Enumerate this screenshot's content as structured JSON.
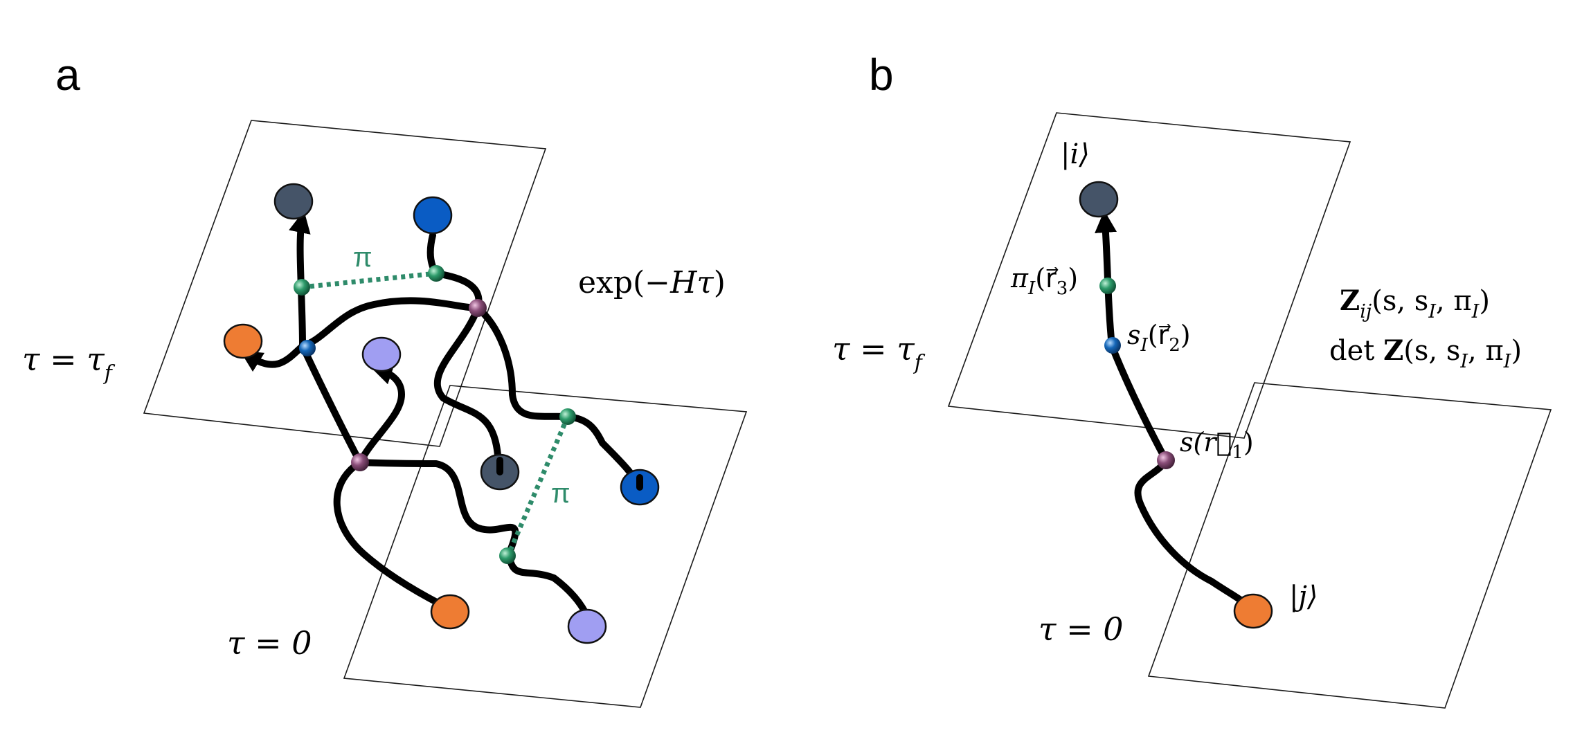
{
  "colors": {
    "dark_slate": "#455468",
    "blue": "#0a5cc4",
    "orange": "#ee7c33",
    "lavender": "#a09ef2",
    "green": "#2e8b6a",
    "purple_node": "#8a4e79",
    "blue_node": "#1567b8",
    "green_node": "#2e9b6b"
  },
  "panel_a": {
    "label": "a",
    "tau_f": "τ = τ",
    "tau_f_sub": "f",
    "tau_0": "τ = 0",
    "operator_prefix": "exp(−",
    "operator_var": "Hτ",
    "operator_suffix": ")",
    "pi_upper": "π",
    "pi_lower": "π"
  },
  "panel_b": {
    "label": "b",
    "tau_f": "τ = τ",
    "tau_f_sub": "f",
    "tau_0": "τ = 0",
    "ket_i": "|i⟩",
    "ket_j": "|j⟩",
    "pi_label": "π",
    "pi_sub": "I",
    "pi_arg": "(r⃗",
    "pi_arg_sub": "3",
    "pi_arg_close": ")",
    "sI_label": "s",
    "sI_sub": "I",
    "sI_arg": "(r⃗",
    "sI_arg_sub": "2",
    "sI_arg_close": ")",
    "s_label": "s(r⃗",
    "s_arg_sub": "1",
    "s_arg_close": ")",
    "Z_bold": "Z",
    "Z_sub": "ij",
    "Z_args": "(s, s",
    "Z_args_sub1": "I",
    "Z_args_mid": ", π",
    "Z_args_sub2": "I",
    "Z_args_close": ")",
    "det_prefix": "det ",
    "det_bold": "Z",
    "det_args": "(s, s",
    "det_args_sub1": "I",
    "det_args_mid": ", π",
    "det_args_sub2": "I",
    "det_args_close": ")"
  }
}
